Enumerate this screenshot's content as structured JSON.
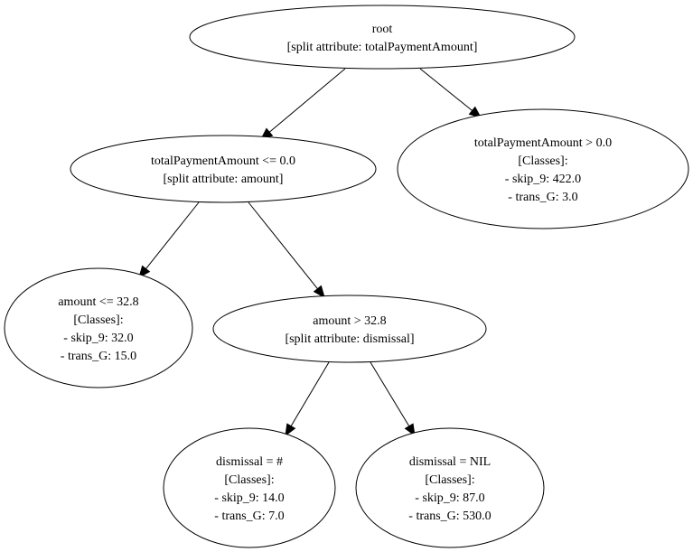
{
  "tree": {
    "nodes": [
      {
        "id": "root",
        "lines": [
          "root",
          "[split attribute: totalPaymentAmount]"
        ]
      },
      {
        "id": "tpa-le",
        "lines": [
          "totalPaymentAmount <= 0.0",
          "[split attribute: amount]"
        ]
      },
      {
        "id": "tpa-gt",
        "lines": [
          "totalPaymentAmount > 0.0",
          "[Classes]:",
          "- skip_9: 422.0",
          "- trans_G: 3.0"
        ]
      },
      {
        "id": "amt-le",
        "lines": [
          "amount <= 32.8",
          "[Classes]:",
          "- skip_9: 32.0",
          "- trans_G: 15.0"
        ]
      },
      {
        "id": "amt-gt",
        "lines": [
          "amount > 32.8",
          "[split attribute: dismissal]"
        ]
      },
      {
        "id": "dis-hash",
        "lines": [
          "dismissal = #",
          "[Classes]:",
          "- skip_9: 14.0",
          "- trans_G: 7.0"
        ]
      },
      {
        "id": "dis-nil",
        "lines": [
          "dismissal = NIL",
          "[Classes]:",
          "- skip_9: 87.0",
          "- trans_G: 530.0"
        ]
      }
    ],
    "edges": [
      {
        "from": "root",
        "to": "tpa-le"
      },
      {
        "from": "root",
        "to": "tpa-gt"
      },
      {
        "from": "tpa-le",
        "to": "amt-le"
      },
      {
        "from": "tpa-le",
        "to": "amt-gt"
      },
      {
        "from": "amt-gt",
        "to": "dis-hash"
      },
      {
        "from": "amt-gt",
        "to": "dis-nil"
      }
    ]
  }
}
